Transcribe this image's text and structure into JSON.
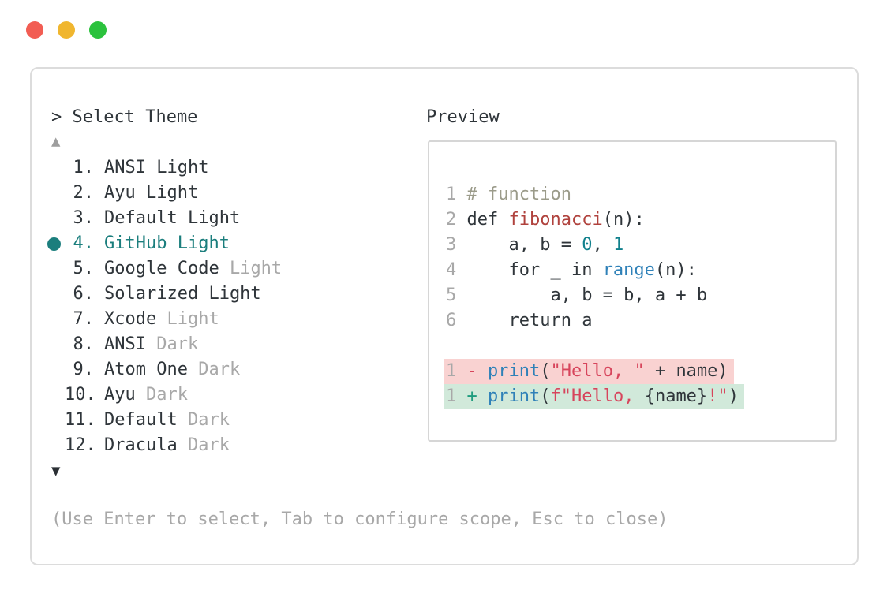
{
  "colors": {
    "accent_teal": "#1b7e7d",
    "text_dark": "#2f353a",
    "text_muted": "#a8a8a8",
    "string_red": "#d7455c",
    "function_red": "#b0423d",
    "builtin_blue": "#2f81b8",
    "number_teal": "#10808c",
    "comment_olive": "#9b9b8a",
    "diff_removed_bg": "#f9d2d1",
    "diff_added_bg": "#d1e9da",
    "traffic_red": "#f25d53",
    "traffic_yellow": "#f0b62f",
    "traffic_green": "#2bc23d"
  },
  "selector": {
    "title": "> Select Theme",
    "scroll_up_glyph": "▲",
    "scroll_down_glyph": "▼",
    "selected_indicator": "●",
    "items": [
      {
        "number": "1.",
        "name": "ANSI Light",
        "muted": "",
        "selected": false
      },
      {
        "number": "2.",
        "name": "Ayu Light",
        "muted": "",
        "selected": false
      },
      {
        "number": "3.",
        "name": "Default Light",
        "muted": "",
        "selected": false
      },
      {
        "number": "4.",
        "name": "GitHub Light",
        "muted": "",
        "selected": true
      },
      {
        "number": "5.",
        "name": "Google Code",
        "muted": "Light",
        "selected": false
      },
      {
        "number": "6.",
        "name": "Solarized Light",
        "muted": "",
        "selected": false
      },
      {
        "number": "7.",
        "name": "Xcode",
        "muted": "Light",
        "selected": false
      },
      {
        "number": "8.",
        "name": "ANSI",
        "muted": "Dark",
        "selected": false
      },
      {
        "number": "9.",
        "name": "Atom One",
        "muted": "Dark",
        "selected": false
      },
      {
        "number": "10.",
        "name": "Ayu",
        "muted": "Dark",
        "selected": false
      },
      {
        "number": "11.",
        "name": "Default",
        "muted": "Dark",
        "selected": false
      },
      {
        "number": "12.",
        "name": "Dracula",
        "muted": "Dark",
        "selected": false
      }
    ],
    "hint": "(Use Enter to select, Tab to configure scope, Esc to close)"
  },
  "preview": {
    "title": "Preview",
    "code_lines": [
      {
        "num": "1 ",
        "bg": "",
        "tokens": [
          [
            "c",
            "# function"
          ]
        ]
      },
      {
        "num": "2 ",
        "bg": "",
        "tokens": [
          [
            "d",
            "def "
          ],
          [
            "f",
            "fibonacci"
          ],
          [
            "d",
            "(n):"
          ]
        ]
      },
      {
        "num": "3 ",
        "bg": "",
        "tokens": [
          [
            "d",
            "    a, b = "
          ],
          [
            "n",
            "0"
          ],
          [
            "d",
            ", "
          ],
          [
            "n",
            "1"
          ]
        ]
      },
      {
        "num": "4 ",
        "bg": "",
        "tokens": [
          [
            "d",
            "    for _ in "
          ],
          [
            "b",
            "range"
          ],
          [
            "d",
            "(n):"
          ]
        ]
      },
      {
        "num": "5 ",
        "bg": "",
        "tokens": [
          [
            "d",
            "        a, b = b, a + b"
          ]
        ]
      },
      {
        "num": "6 ",
        "bg": "",
        "tokens": [
          [
            "d",
            "    return a"
          ]
        ]
      },
      {
        "num": "",
        "bg": "",
        "tokens": []
      },
      {
        "num": "1 ",
        "bg": "removed",
        "tokens": [
          [
            "x",
            "- "
          ],
          [
            "b",
            "print"
          ],
          [
            "d",
            "("
          ],
          [
            "s",
            "\"Hello, \""
          ],
          [
            "d",
            " + name)"
          ]
        ]
      },
      {
        "num": "1 ",
        "bg": "added",
        "tokens": [
          [
            "a",
            "+ "
          ],
          [
            "b",
            "print"
          ],
          [
            "d",
            "("
          ],
          [
            "s",
            "f\"Hello, "
          ],
          [
            "d",
            "{name}"
          ],
          [
            "s",
            "!\""
          ],
          [
            "d",
            ")"
          ]
        ]
      }
    ]
  }
}
